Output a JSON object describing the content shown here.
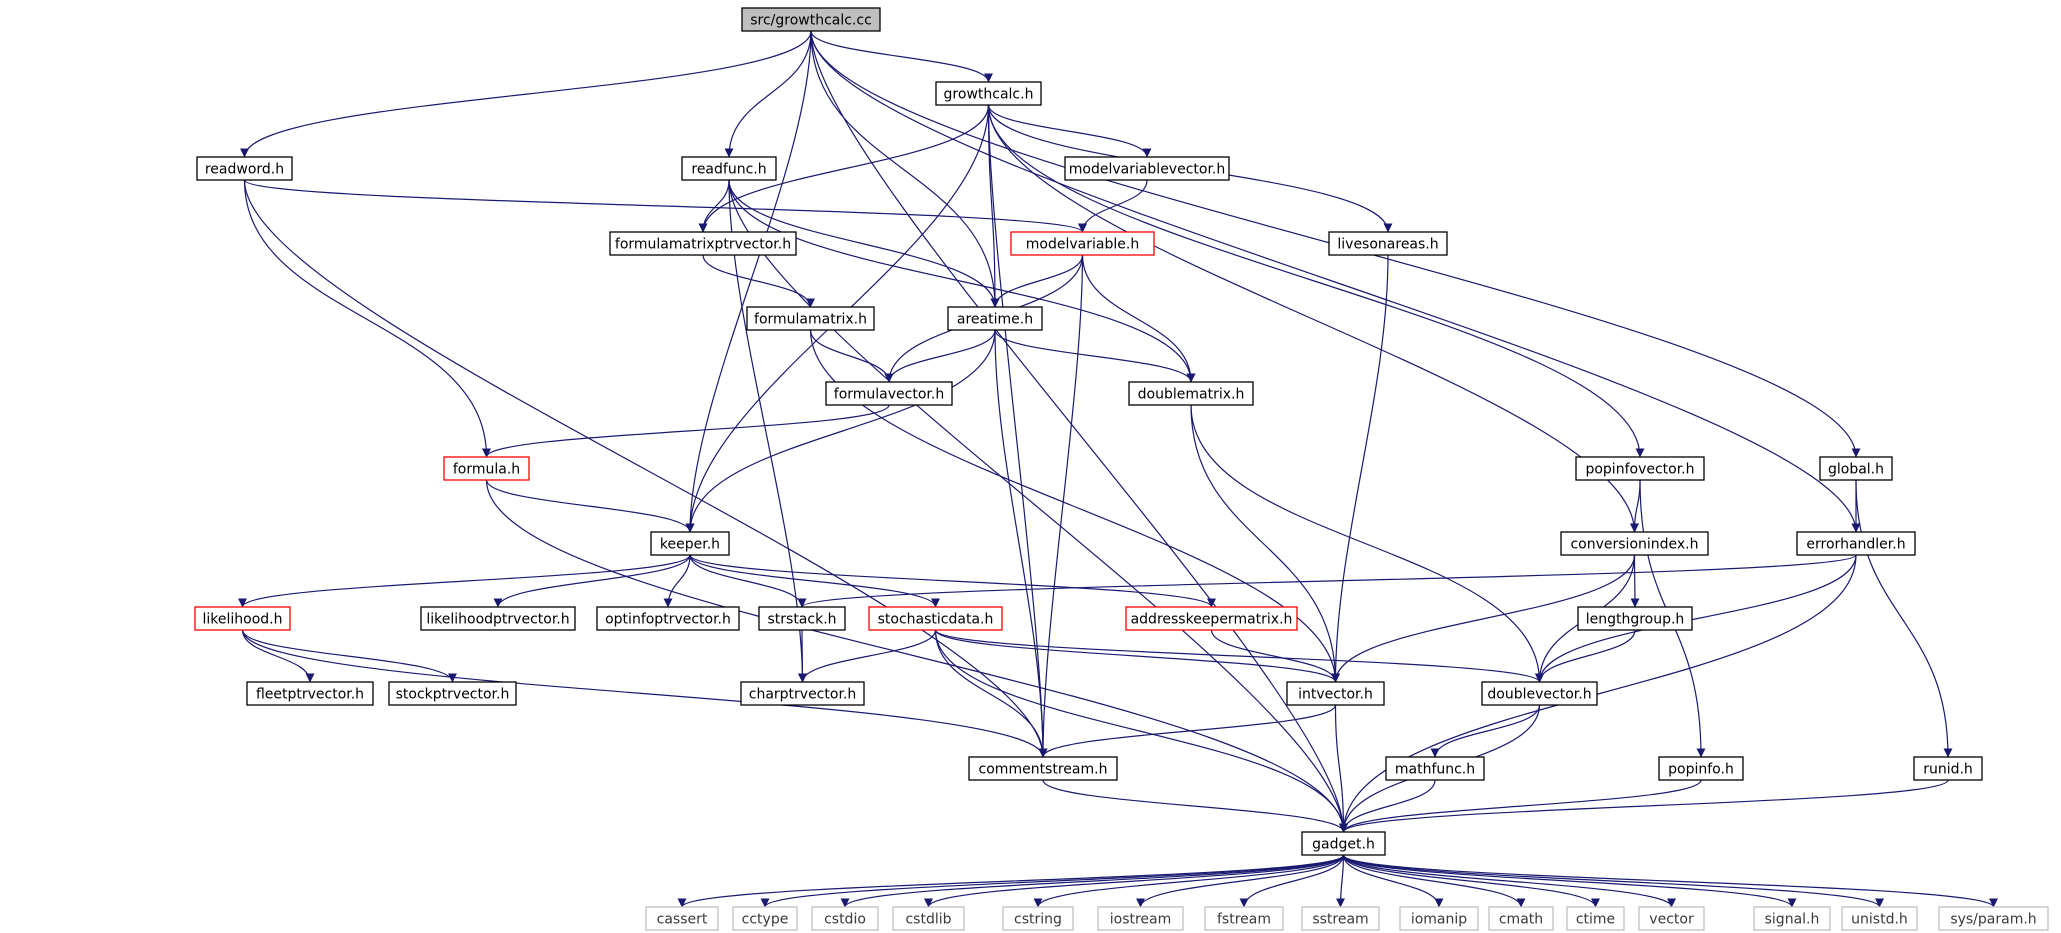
{
  "graph": {
    "colors": {
      "edge": "#191970",
      "root_fill": "#bfbfbf",
      "node_border": "#000000",
      "truncated_border": "#ff0000",
      "external_border": "#bfbfbf",
      "text": "#000000"
    },
    "nodes": [
      {
        "id": "src_growthcalc_cc",
        "label": "src/growthcalc.cc",
        "style": "root"
      },
      {
        "id": "growthcalc_h",
        "label": "growthcalc.h",
        "style": "normal"
      },
      {
        "id": "readword_h",
        "label": "readword.h",
        "style": "normal"
      },
      {
        "id": "readfunc_h",
        "label": "readfunc.h",
        "style": "normal"
      },
      {
        "id": "modelvariablevector_h",
        "label": "modelvariablevector.h",
        "style": "normal"
      },
      {
        "id": "formulamatrixptrvector_h",
        "label": "formulamatrixptrvector.h",
        "style": "normal"
      },
      {
        "id": "modelvariable_h",
        "label": "modelvariable.h",
        "style": "truncated"
      },
      {
        "id": "livesonareas_h",
        "label": "livesonareas.h",
        "style": "normal"
      },
      {
        "id": "formulamatrix_h",
        "label": "formulamatrix.h",
        "style": "normal"
      },
      {
        "id": "areatime_h",
        "label": "areatime.h",
        "style": "normal"
      },
      {
        "id": "formulavector_h",
        "label": "formulavector.h",
        "style": "normal"
      },
      {
        "id": "doublematrix_h",
        "label": "doublematrix.h",
        "style": "normal"
      },
      {
        "id": "formula_h",
        "label": "formula.h",
        "style": "truncated"
      },
      {
        "id": "popinfovector_h",
        "label": "popinfovector.h",
        "style": "normal"
      },
      {
        "id": "global_h",
        "label": "global.h",
        "style": "normal"
      },
      {
        "id": "keeper_h",
        "label": "keeper.h",
        "style": "normal"
      },
      {
        "id": "conversionindex_h",
        "label": "conversionindex.h",
        "style": "normal"
      },
      {
        "id": "errorhandler_h",
        "label": "errorhandler.h",
        "style": "normal"
      },
      {
        "id": "likelihood_h",
        "label": "likelihood.h",
        "style": "truncated"
      },
      {
        "id": "likelihoodptrvector_h",
        "label": "likelihoodptrvector.h",
        "style": "normal"
      },
      {
        "id": "optinfoptrvector_h",
        "label": "optinfoptrvector.h",
        "style": "normal"
      },
      {
        "id": "strstack_h",
        "label": "strstack.h",
        "style": "normal"
      },
      {
        "id": "stochasticdata_h",
        "label": "stochasticdata.h",
        "style": "truncated"
      },
      {
        "id": "addresskeepermatrix_h",
        "label": "addresskeepermatrix.h",
        "style": "truncated"
      },
      {
        "id": "lengthgroup_h",
        "label": "lengthgroup.h",
        "style": "normal"
      },
      {
        "id": "fleetptrvector_h",
        "label": "fleetptrvector.h",
        "style": "normal"
      },
      {
        "id": "stockptrvector_h",
        "label": "stockptrvector.h",
        "style": "normal"
      },
      {
        "id": "charptrvector_h",
        "label": "charptrvector.h",
        "style": "normal"
      },
      {
        "id": "intvector_h",
        "label": "intvector.h",
        "style": "normal"
      },
      {
        "id": "doublevector_h",
        "label": "doublevector.h",
        "style": "normal"
      },
      {
        "id": "commentstream_h",
        "label": "commentstream.h",
        "style": "normal"
      },
      {
        "id": "mathfunc_h",
        "label": "mathfunc.h",
        "style": "normal"
      },
      {
        "id": "popinfo_h",
        "label": "popinfo.h",
        "style": "normal"
      },
      {
        "id": "runid_h",
        "label": "runid.h",
        "style": "normal"
      },
      {
        "id": "gadget_h",
        "label": "gadget.h",
        "style": "normal"
      },
      {
        "id": "cassert",
        "label": "cassert",
        "style": "external"
      },
      {
        "id": "cctype",
        "label": "cctype",
        "style": "external"
      },
      {
        "id": "cstdio",
        "label": "cstdio",
        "style": "external"
      },
      {
        "id": "cstdlib",
        "label": "cstdlib",
        "style": "external"
      },
      {
        "id": "cstring",
        "label": "cstring",
        "style": "external"
      },
      {
        "id": "iostream",
        "label": "iostream",
        "style": "external"
      },
      {
        "id": "fstream",
        "label": "fstream",
        "style": "external"
      },
      {
        "id": "sstream",
        "label": "sstream",
        "style": "external"
      },
      {
        "id": "iomanip",
        "label": "iomanip",
        "style": "external"
      },
      {
        "id": "cmath",
        "label": "cmath",
        "style": "external"
      },
      {
        "id": "ctime",
        "label": "ctime",
        "style": "external"
      },
      {
        "id": "vector",
        "label": "vector",
        "style": "external"
      },
      {
        "id": "signal_h",
        "label": "signal.h",
        "style": "external"
      },
      {
        "id": "unistd_h",
        "label": "unistd.h",
        "style": "external"
      },
      {
        "id": "sys_param_h",
        "label": "sys/param.h",
        "style": "external"
      }
    ],
    "edges": [
      {
        "from": "src_growthcalc_cc",
        "to": "growthcalc_h"
      },
      {
        "from": "src_growthcalc_cc",
        "to": "readword_h"
      },
      {
        "from": "src_growthcalc_cc",
        "to": "readfunc_h"
      },
      {
        "from": "src_growthcalc_cc",
        "to": "areatime_h"
      },
      {
        "from": "src_growthcalc_cc",
        "to": "keeper_h"
      },
      {
        "from": "src_growthcalc_cc",
        "to": "errorhandler_h"
      },
      {
        "from": "src_growthcalc_cc",
        "to": "global_h"
      },
      {
        "from": "src_growthcalc_cc",
        "to": "gadget_h"
      },
      {
        "from": "growthcalc_h",
        "to": "modelvariablevector_h"
      },
      {
        "from": "growthcalc_h",
        "to": "formulamatrixptrvector_h"
      },
      {
        "from": "growthcalc_h",
        "to": "livesonareas_h"
      },
      {
        "from": "growthcalc_h",
        "to": "areatime_h"
      },
      {
        "from": "growthcalc_h",
        "to": "keeper_h"
      },
      {
        "from": "growthcalc_h",
        "to": "conversionindex_h"
      },
      {
        "from": "growthcalc_h",
        "to": "popinfovector_h"
      },
      {
        "from": "growthcalc_h",
        "to": "commentstream_h"
      },
      {
        "from": "readword_h",
        "to": "modelvariable_h"
      },
      {
        "from": "readword_h",
        "to": "formula_h"
      },
      {
        "from": "readword_h",
        "to": "commentstream_h"
      },
      {
        "from": "readfunc_h",
        "to": "formulamatrixptrvector_h"
      },
      {
        "from": "readfunc_h",
        "to": "areatime_h"
      },
      {
        "from": "readfunc_h",
        "to": "doublematrix_h"
      },
      {
        "from": "readfunc_h",
        "to": "charptrvector_h"
      },
      {
        "from": "readfunc_h",
        "to": "gadget_h"
      },
      {
        "from": "modelvariablevector_h",
        "to": "modelvariable_h"
      },
      {
        "from": "modelvariable_h",
        "to": "areatime_h"
      },
      {
        "from": "modelvariable_h",
        "to": "formulavector_h"
      },
      {
        "from": "modelvariable_h",
        "to": "doublematrix_h"
      },
      {
        "from": "modelvariable_h",
        "to": "commentstream_h"
      },
      {
        "from": "formulamatrixptrvector_h",
        "to": "formulamatrix_h"
      },
      {
        "from": "formulamatrix_h",
        "to": "formulavector_h"
      },
      {
        "from": "formulamatrix_h",
        "to": "intvector_h"
      },
      {
        "from": "areatime_h",
        "to": "formulavector_h"
      },
      {
        "from": "areatime_h",
        "to": "doublematrix_h"
      },
      {
        "from": "areatime_h",
        "to": "keeper_h"
      },
      {
        "from": "areatime_h",
        "to": "commentstream_h"
      },
      {
        "from": "formulavector_h",
        "to": "formula_h"
      },
      {
        "from": "formula_h",
        "to": "keeper_h"
      },
      {
        "from": "formula_h",
        "to": "gadget_h"
      },
      {
        "from": "doublematrix_h",
        "to": "intvector_h"
      },
      {
        "from": "doublematrix_h",
        "to": "doublevector_h"
      },
      {
        "from": "livesonareas_h",
        "to": "intvector_h"
      },
      {
        "from": "popinfovector_h",
        "to": "conversionindex_h"
      },
      {
        "from": "popinfovector_h",
        "to": "popinfo_h"
      },
      {
        "from": "global_h",
        "to": "errorhandler_h"
      },
      {
        "from": "global_h",
        "to": "runid_h"
      },
      {
        "from": "keeper_h",
        "to": "likelihood_h"
      },
      {
        "from": "keeper_h",
        "to": "likelihoodptrvector_h"
      },
      {
        "from": "keeper_h",
        "to": "optinfoptrvector_h"
      },
      {
        "from": "keeper_h",
        "to": "strstack_h"
      },
      {
        "from": "keeper_h",
        "to": "stochasticdata_h"
      },
      {
        "from": "keeper_h",
        "to": "addresskeepermatrix_h"
      },
      {
        "from": "conversionindex_h",
        "to": "lengthgroup_h"
      },
      {
        "from": "conversionindex_h",
        "to": "doublevector_h"
      },
      {
        "from": "conversionindex_h",
        "to": "intvector_h"
      },
      {
        "from": "errorhandler_h",
        "to": "strstack_h"
      },
      {
        "from": "errorhandler_h",
        "to": "doublevector_h"
      },
      {
        "from": "errorhandler_h",
        "to": "gadget_h"
      },
      {
        "from": "likelihood_h",
        "to": "fleetptrvector_h"
      },
      {
        "from": "likelihood_h",
        "to": "stockptrvector_h"
      },
      {
        "from": "likelihood_h",
        "to": "commentstream_h"
      },
      {
        "from": "strstack_h",
        "to": "charptrvector_h"
      },
      {
        "from": "stochasticdata_h",
        "to": "charptrvector_h"
      },
      {
        "from": "stochasticdata_h",
        "to": "intvector_h"
      },
      {
        "from": "stochasticdata_h",
        "to": "doublevector_h"
      },
      {
        "from": "stochasticdata_h",
        "to": "commentstream_h"
      },
      {
        "from": "stochasticdata_h",
        "to": "gadget_h"
      },
      {
        "from": "addresskeepermatrix_h",
        "to": "intvector_h"
      },
      {
        "from": "lengthgroup_h",
        "to": "doublevector_h"
      },
      {
        "from": "intvector_h",
        "to": "commentstream_h"
      },
      {
        "from": "intvector_h",
        "to": "gadget_h"
      },
      {
        "from": "doublevector_h",
        "to": "mathfunc_h"
      },
      {
        "from": "doublevector_h",
        "to": "gadget_h"
      },
      {
        "from": "commentstream_h",
        "to": "gadget_h"
      },
      {
        "from": "mathfunc_h",
        "to": "gadget_h"
      },
      {
        "from": "popinfo_h",
        "to": "gadget_h"
      },
      {
        "from": "runid_h",
        "to": "gadget_h"
      },
      {
        "from": "gadget_h",
        "to": "cassert"
      },
      {
        "from": "gadget_h",
        "to": "cctype"
      },
      {
        "from": "gadget_h",
        "to": "cstdio"
      },
      {
        "from": "gadget_h",
        "to": "cstdlib"
      },
      {
        "from": "gadget_h",
        "to": "cstring"
      },
      {
        "from": "gadget_h",
        "to": "iostream"
      },
      {
        "from": "gadget_h",
        "to": "fstream"
      },
      {
        "from": "gadget_h",
        "to": "sstream"
      },
      {
        "from": "gadget_h",
        "to": "iomanip"
      },
      {
        "from": "gadget_h",
        "to": "cmath"
      },
      {
        "from": "gadget_h",
        "to": "ctime"
      },
      {
        "from": "gadget_h",
        "to": "vector"
      },
      {
        "from": "gadget_h",
        "to": "signal_h"
      },
      {
        "from": "gadget_h",
        "to": "unistd_h"
      },
      {
        "from": "gadget_h",
        "to": "sys_param_h"
      }
    ]
  }
}
